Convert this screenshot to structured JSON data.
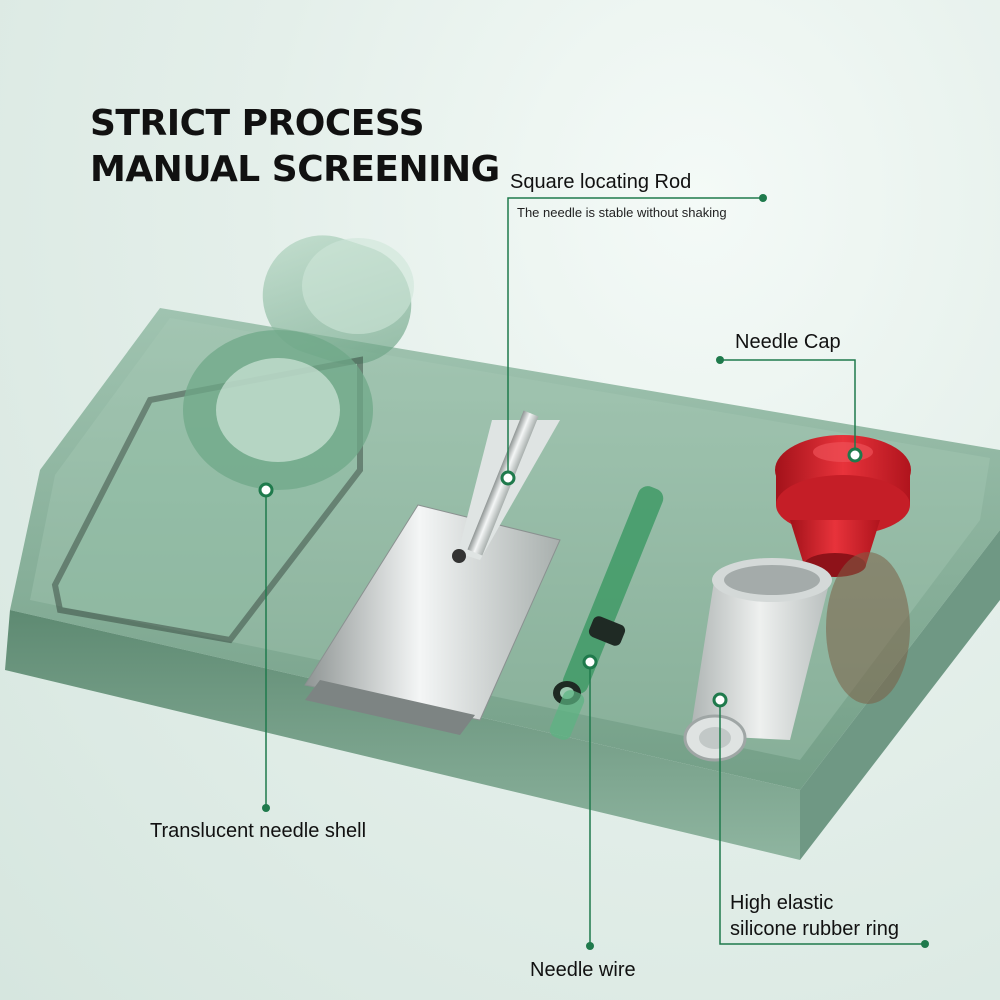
{
  "headline": {
    "line1": "STRICT PROCESS",
    "line2": "MANUAL SCREENING"
  },
  "callouts": {
    "square_rod": {
      "title": "Square locating Rod",
      "subtitle": "The needle is stable without shaking"
    },
    "needle_cap": {
      "title": "Needle Cap"
    },
    "needle_shell": {
      "title": "Translucent needle shell"
    },
    "needle_wire": {
      "title": "Needle wire"
    },
    "rubber_ring": {
      "line1": "High elastic",
      "line2": "silicone rubber ring"
    }
  },
  "colors": {
    "callout_line": "#1f7a4c",
    "tray": "#7ea892",
    "cap": "#d9232d",
    "rubber_ring": "#cfd3d3",
    "headline": "#111111"
  }
}
